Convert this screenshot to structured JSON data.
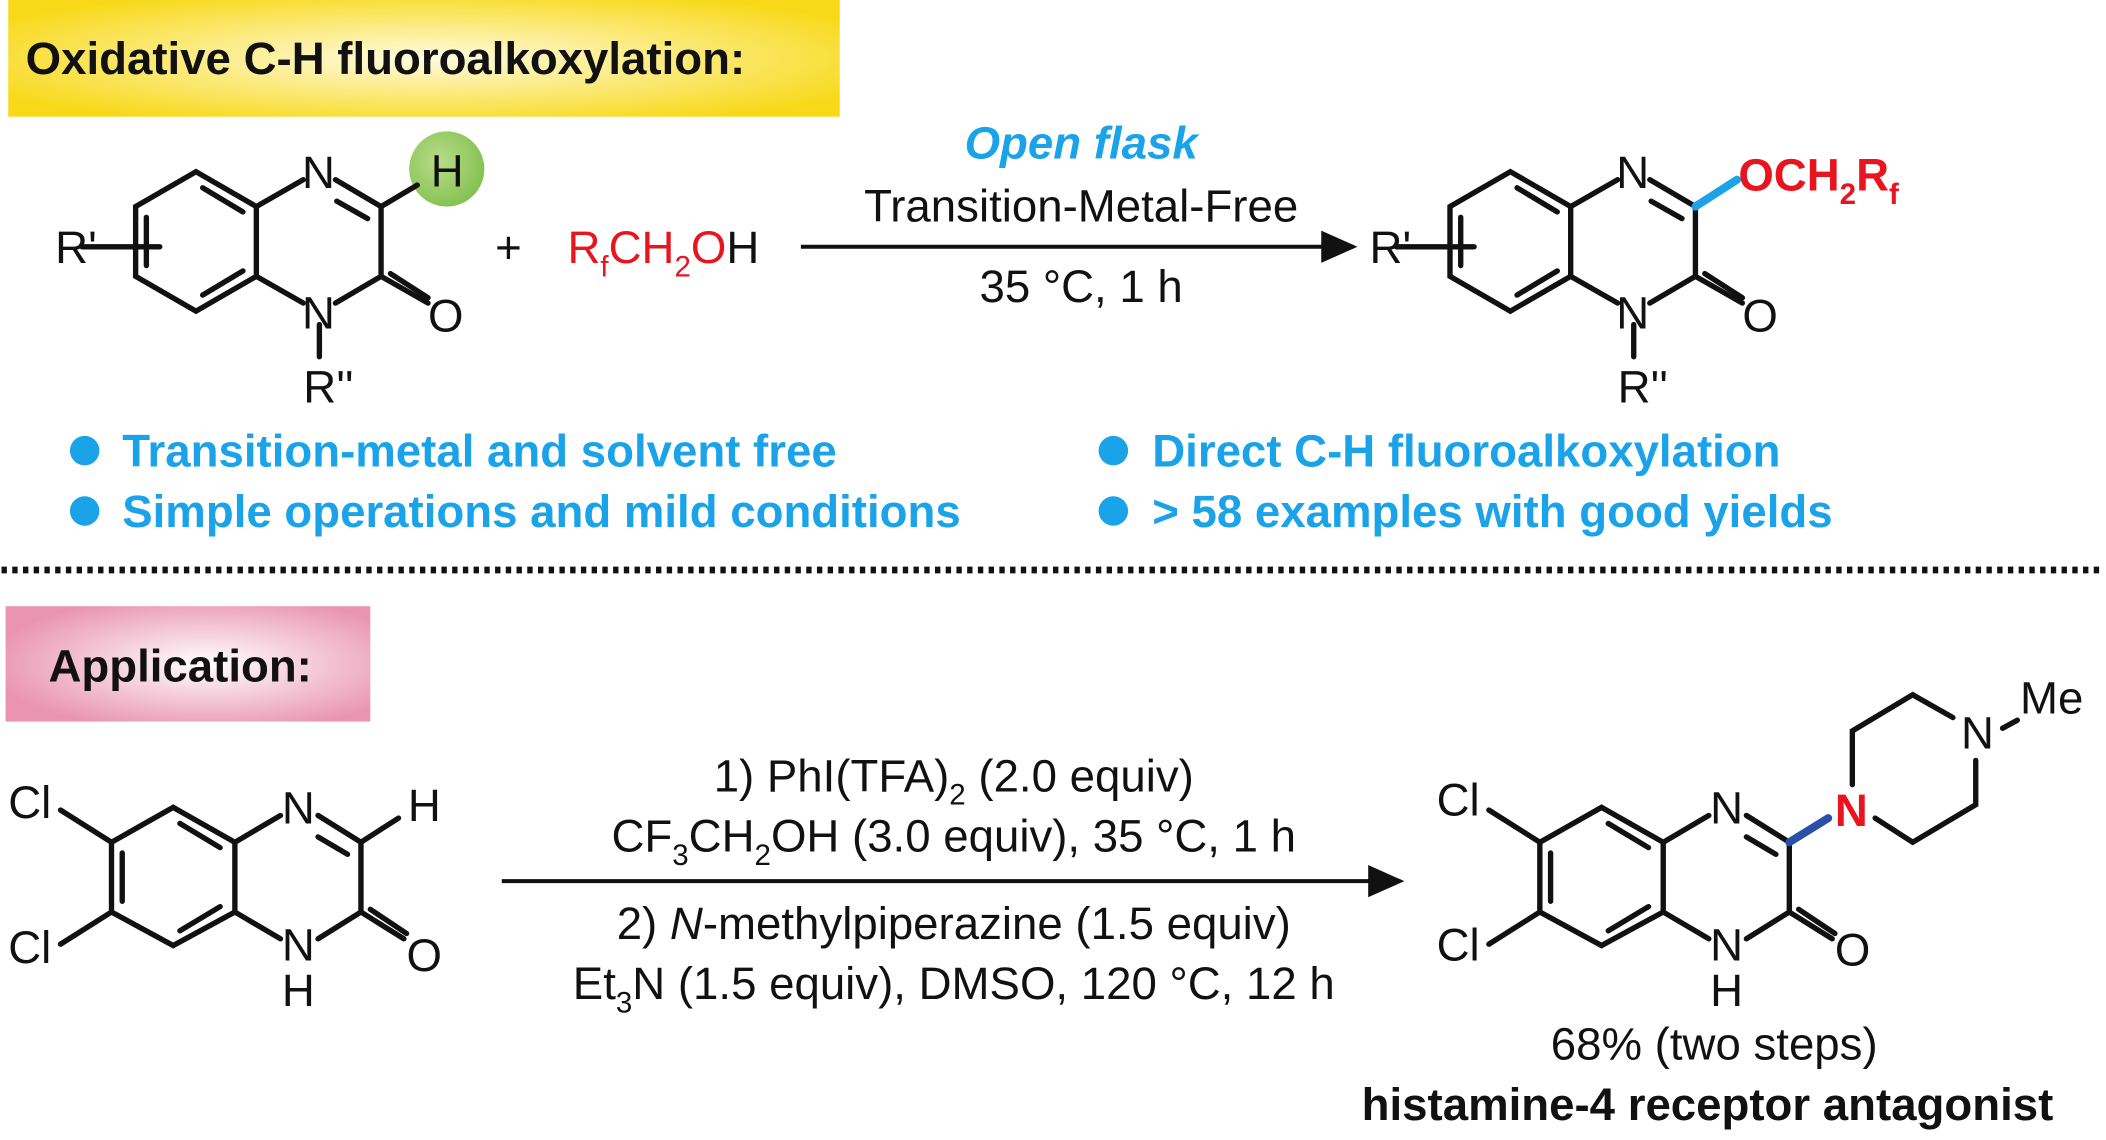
{
  "header": {
    "title": "Oxidative C-H fluoroalkoxylation:",
    "highlight_color": "#f8d91a"
  },
  "reaction1": {
    "reactant": {
      "atoms": {
        "n_top": "N",
        "n_bottom": "N",
        "h": "H",
        "o": "O",
        "r1": "R'",
        "r2": "R''"
      }
    },
    "plus": "+",
    "reagent": {
      "r": "R",
      "f": "f",
      "ch": "CH",
      "two": "2",
      "o": "O",
      "h": "H"
    },
    "conditions": {
      "open_flask": "Open  flask",
      "catalyst": "Transition-Metal-Free",
      "temp_time": "35 °C, 1 h"
    },
    "product": {
      "atoms": {
        "n_top": "N",
        "n_bottom": "N",
        "o": "O",
        "r1": "R'",
        "r2": "R''"
      },
      "och": "OCH",
      "two": "2",
      "r": "R",
      "f": "f"
    }
  },
  "features": [
    "Transition-metal and solvent free",
    "Simple operations and mild conditions",
    "Direct C-H fluoroalkoxylation",
    "> 58 examples with good yields"
  ],
  "application": {
    "title": "Application:",
    "highlight_color": "#e994b1",
    "reactant": {
      "cl1": "Cl",
      "cl2": "Cl",
      "n_top": "N",
      "h_top": "H",
      "n_bottom": "N",
      "h_bottom": "H",
      "o": "O"
    },
    "conditions": {
      "step1_line1": "1) PhI(TFA)",
      "step1_line1_sub": "2",
      "step1_line1_end": " (2.0 equiv)",
      "step1_line2_a": "CF",
      "step1_line2_sub3": "3",
      "step1_line2_b": "CH",
      "step1_line2_sub2": "2",
      "step1_line2_c": "OH (3.0 equiv), 35 °C, 1 h",
      "step2_line1_a": "2) ",
      "step2_line1_italic": "N",
      "step2_line1_b": "-methylpiperazine (1.5 equiv)",
      "step2_line2_a": "Et",
      "step2_line2_sub": "3",
      "step2_line2_b": "N (1.5 equiv), DMSO, 120 °C, 12 h"
    },
    "product": {
      "cl1": "Cl",
      "cl2": "Cl",
      "n_top": "N",
      "n_bottom": "N",
      "h_bottom": "H",
      "o": "O",
      "n_pip": "N",
      "n_me": "N",
      "me": "Me"
    },
    "yield": "68% (two steps)",
    "label": "histamine-4 receptor antagonist"
  }
}
